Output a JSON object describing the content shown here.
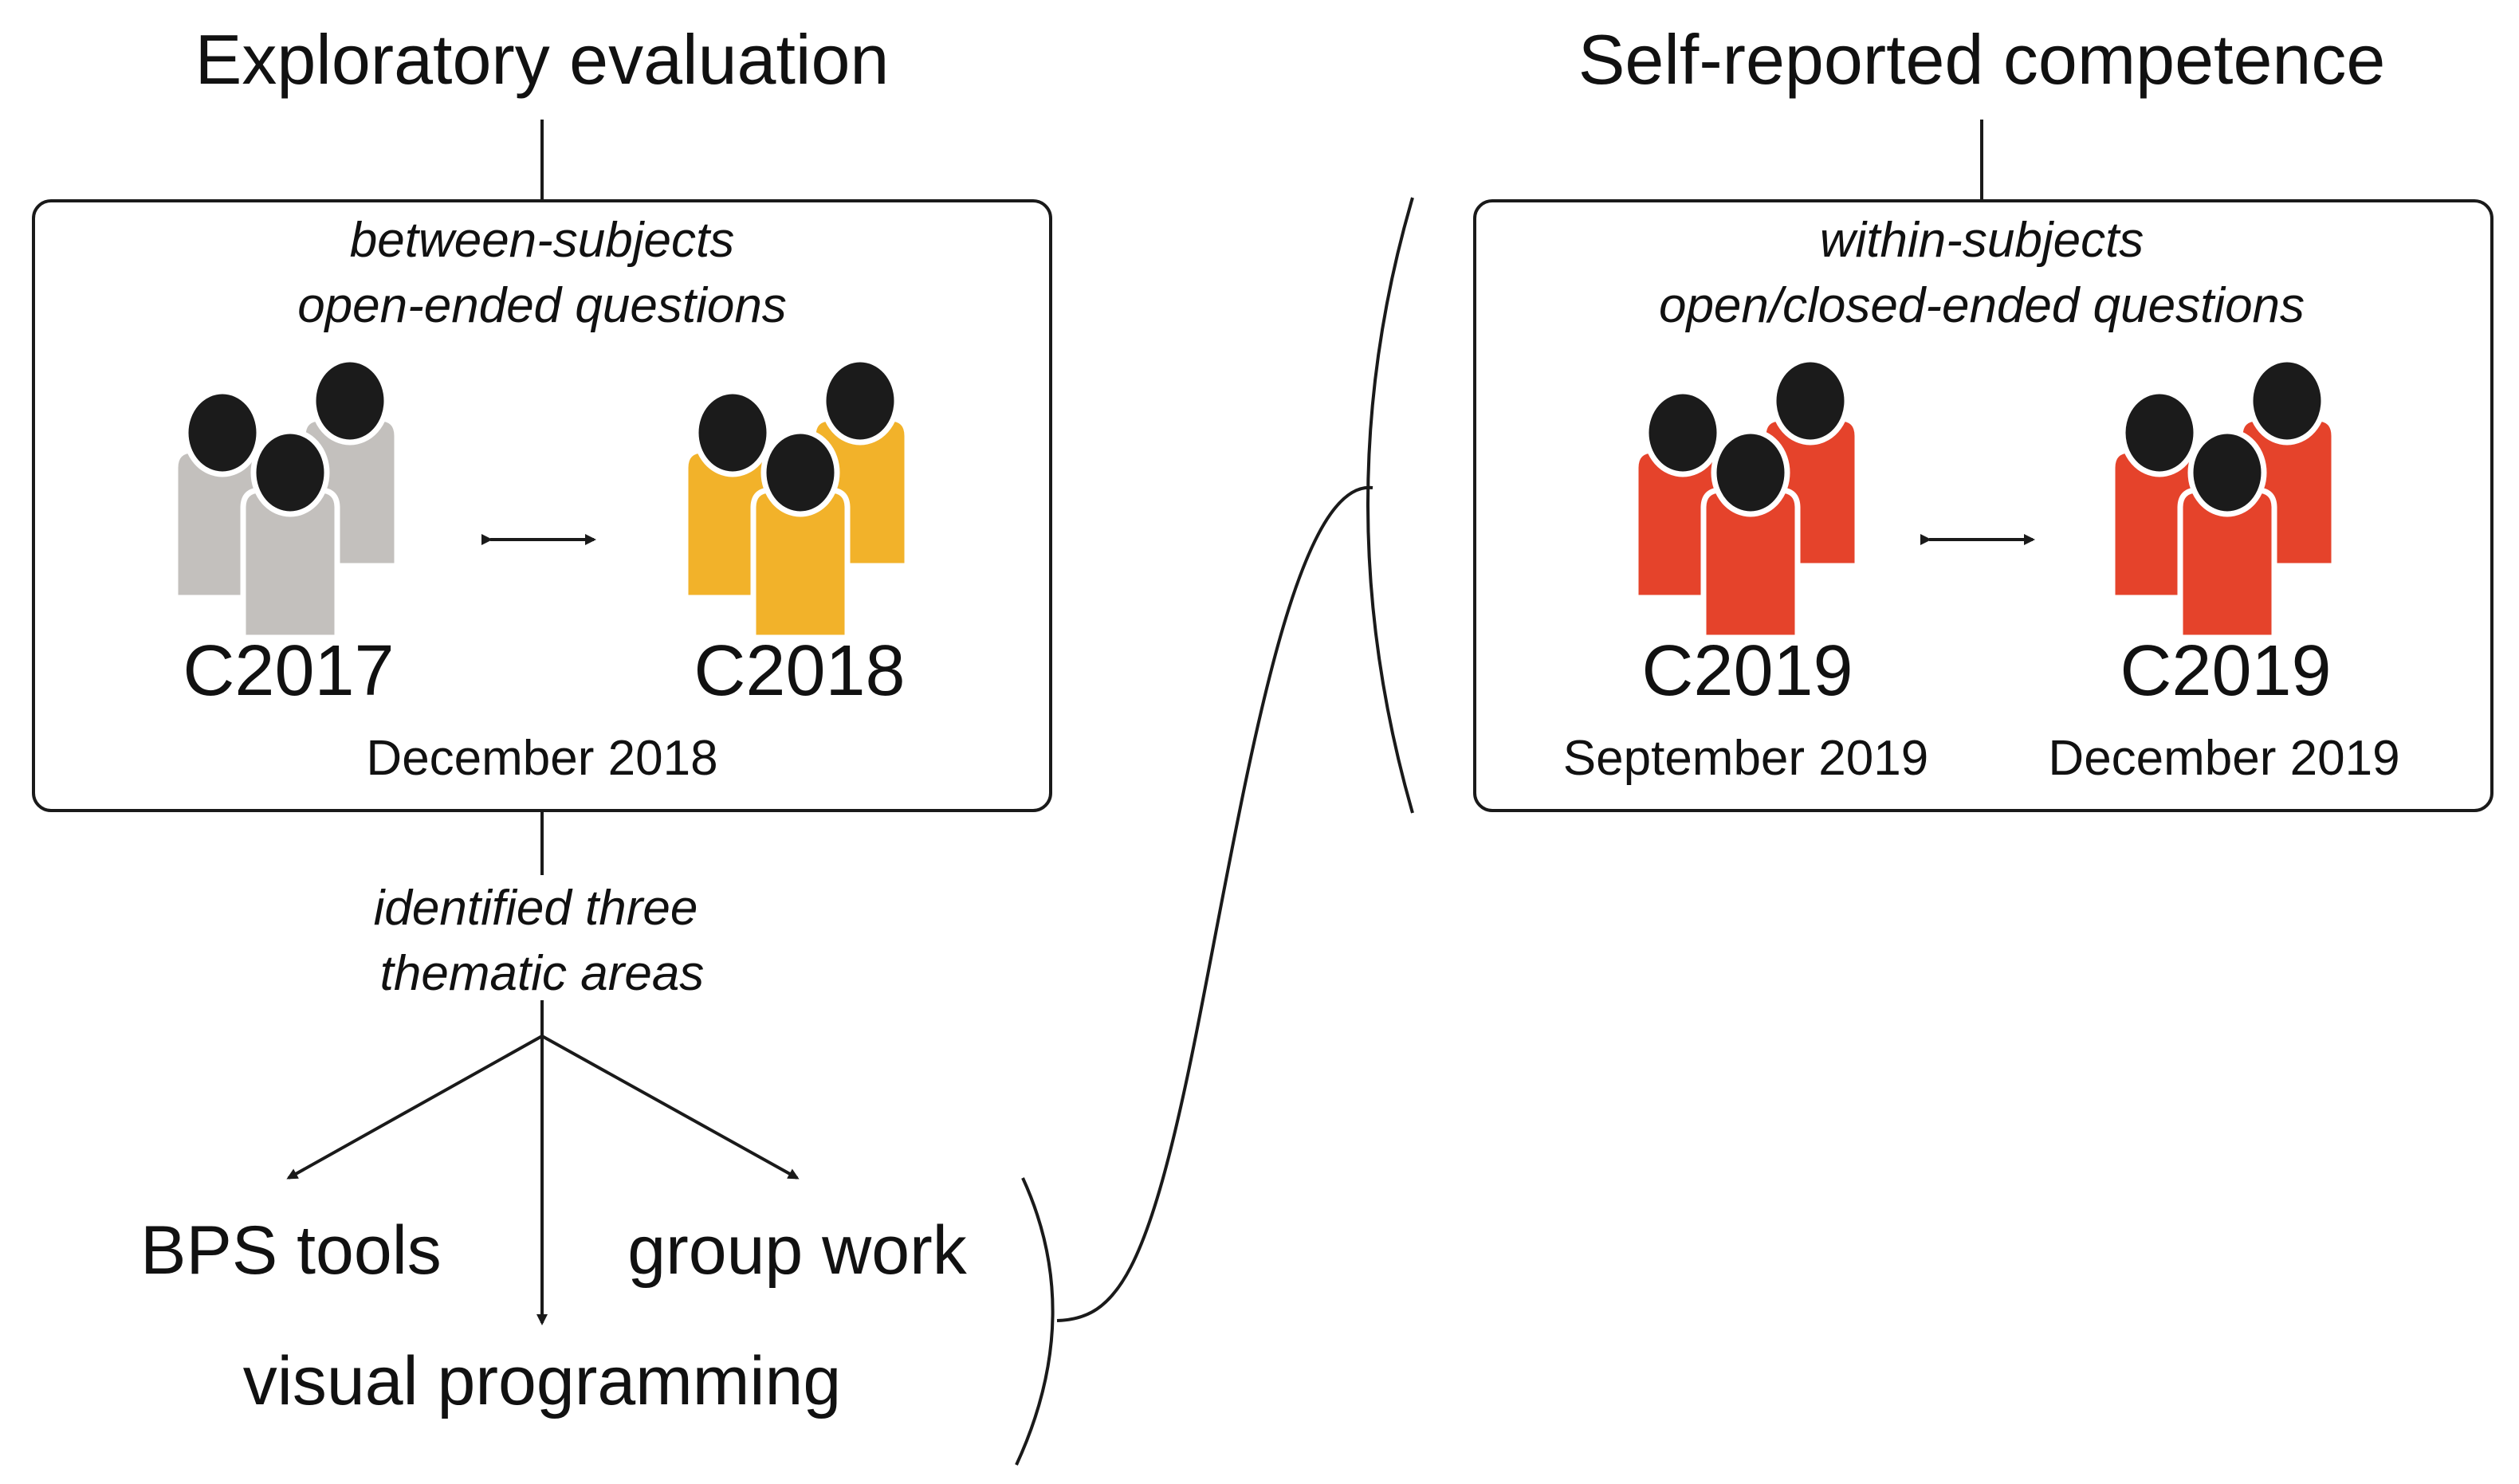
{
  "left": {
    "title": "Exploratory evaluation",
    "box": {
      "line1": "between-subjects",
      "line2": "open-ended questions",
      "cohort_a": {
        "label": "C2017",
        "color": "#c3c0bd"
      },
      "cohort_b": {
        "label": "C2018",
        "color": "#f2b22a"
      },
      "date": "December 2018"
    },
    "result": {
      "line1": "identified three",
      "line2": "thematic areas"
    },
    "themes": {
      "bps_tools": "BPS tools",
      "group_work": "group work",
      "visual_programming": "visual programming"
    }
  },
  "right": {
    "title": "Self-reported competence",
    "box": {
      "line1": "within-subjects",
      "line2": "open/closed-ended questions",
      "cohort_a": {
        "label": "C2019",
        "date": "September 2019",
        "color": "#e5432b"
      },
      "cohort_b": {
        "label": "C2019",
        "date": "December 2019",
        "color": "#e5432b"
      }
    }
  },
  "colors": {
    "ink": "#1a1a1a",
    "head": "#1b1b1b"
  },
  "icons": {
    "group": "people-group-icon",
    "compare": "double-arrow-icon"
  }
}
